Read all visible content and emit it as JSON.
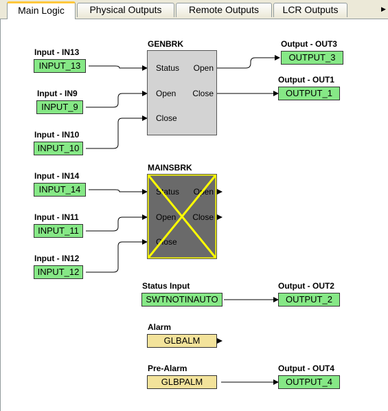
{
  "tabs": [
    {
      "label": "Main Logic"
    },
    {
      "label": "Physical Outputs"
    },
    {
      "label": "Remote Outputs"
    },
    {
      "label": "LCR Outputs"
    }
  ],
  "tab_scroll_icon": "right-arrow-icon",
  "inputs": [
    {
      "label": "Input - IN13",
      "value": "INPUT_13"
    },
    {
      "label": "Input - IN9",
      "value": "INPUT_9"
    },
    {
      "label": "Input - IN10",
      "value": "INPUT_10"
    },
    {
      "label": "Input - IN14",
      "value": "INPUT_14"
    },
    {
      "label": "Input - IN11",
      "value": "INPUT_11"
    },
    {
      "label": "Input - IN12",
      "value": "INPUT_12"
    }
  ],
  "blocks": {
    "genbrk": {
      "title": "GENBRK",
      "status": "Status",
      "open_in": "Open",
      "close_in": "Close",
      "open_out": "Open",
      "close_out": "Close"
    },
    "mainsbrk": {
      "title": "MAINSBRK",
      "status": "Status",
      "open_in": "Open",
      "close_in": "Close",
      "open_out": "Open",
      "close_out": "Close",
      "disabled": true
    }
  },
  "outputs": [
    {
      "label": "Output - OUT3",
      "value": "OUTPUT_3"
    },
    {
      "label": "Output - OUT1",
      "value": "OUTPUT_1"
    },
    {
      "label": "Output - OUT2",
      "value": "OUTPUT_2"
    },
    {
      "label": "Output - OUT4",
      "value": "OUTPUT_4"
    }
  ],
  "status_input": {
    "label": "Status Input",
    "value": "SWTNOTINAUTO"
  },
  "alarm": {
    "label": "Alarm",
    "value": "GLBALM"
  },
  "pre_alarm": {
    "label": "Pre-Alarm",
    "value": "GLBPALM"
  },
  "colors": {
    "io_box": "#86e886",
    "alarm_box": "#f3e39b",
    "active_tab_accent": "#ffc83c",
    "disabled_cross": "#ffff00"
  }
}
